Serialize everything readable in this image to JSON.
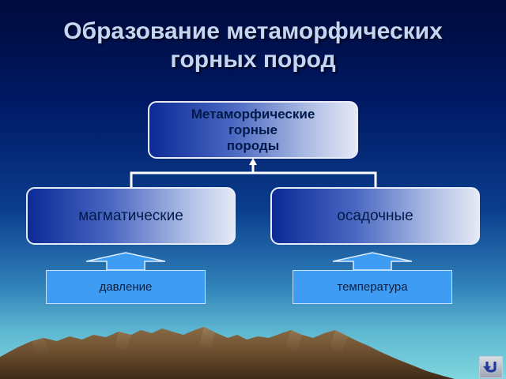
{
  "title": {
    "line1": "Образование метаморфических",
    "line2": "горных пород"
  },
  "diagram": {
    "root": {
      "line1": "Метаморфические",
      "line2": "горные",
      "line3": "породы"
    },
    "left_node": "магматические",
    "right_node": "осадочные",
    "left_factor": "давление",
    "right_factor": "температура"
  },
  "colors": {
    "node_gradient_start": "#0b2a96",
    "node_gradient_end": "#e5e9f6",
    "factor_fill": "#3e9cf2",
    "connector": "#ffffff"
  },
  "icons": {
    "nav_button": "u-turn-back-icon"
  }
}
